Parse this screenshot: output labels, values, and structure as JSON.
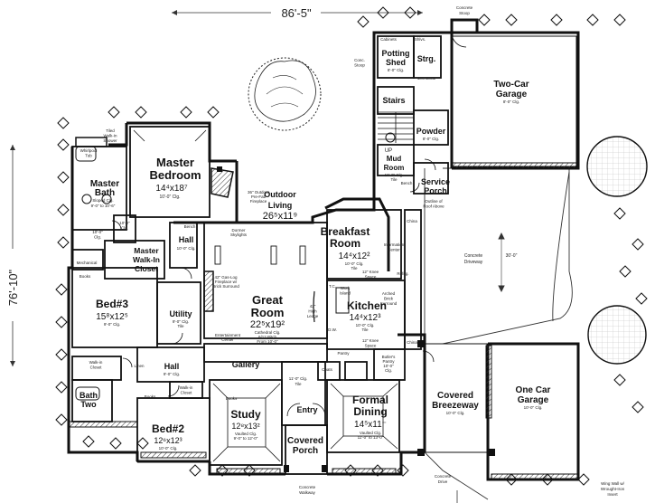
{
  "colors": {
    "ink": "#111111",
    "paper": "#ffffff",
    "wall": "#1a1a1a",
    "shade": "#d9d9d9"
  },
  "overall": {
    "width": "86'-5\"",
    "depth": "76'-10\""
  },
  "rooms": {
    "master_bedroom": {
      "name_1": "Master",
      "name_2": "Bedroom",
      "dims": "14⁴x18⁷",
      "ceiling": "10'-0\" Clg."
    },
    "master_bath": {
      "name_1": "Master",
      "name_2": "Bath",
      "ceiling_1": "Sloped Clg.",
      "ceiling_2": "9'-0\" to 10'-6\""
    },
    "outdoor_living": {
      "name_1": "Outdoor",
      "name_2": "Living",
      "dims": "26⁵x11⁹"
    },
    "master_walkin": {
      "name_1": "Master",
      "name_2": "Walk-In",
      "name_3": "Closet"
    },
    "hall_upper": {
      "name": "Hall",
      "ceiling": "10'-0\" Clg."
    },
    "great_room": {
      "name_1": "Great",
      "name_2": "Room",
      "dims": "22⁵x19²",
      "ceiling_1": "Cathedral Clg.",
      "ceiling_2": "6/12 Pitch",
      "ceiling_3": "From 10'-0\""
    },
    "breakfast_room": {
      "name_1": "Breakfast",
      "name_2": "Room",
      "dims": "14⁴x12²",
      "ceiling": "10'-0\" Clg.",
      "floor": "Tile"
    },
    "kitchen": {
      "name": "Kitchen",
      "dims": "14⁴x12³",
      "ceiling": "10'-0\" Clg.",
      "floor": "Tile"
    },
    "bed3": {
      "name": "Bed#3",
      "dims": "15⁸x12⁵",
      "ceiling": "9'-0\" Clg."
    },
    "utility": {
      "name": "Utility",
      "ceiling": "9'-0\" Clg.",
      "floor": "Tile"
    },
    "hall_lower": {
      "name": "Hall",
      "ceiling": "9'-0\" Clg."
    },
    "gallery": {
      "name": "Gallery"
    },
    "bath_two": {
      "name_1": "Bath",
      "name_2": "Two"
    },
    "bed2": {
      "name": "Bed#2",
      "dims": "12⁶x12³",
      "ceiling": "10'-0\" Clg."
    },
    "study": {
      "name": "Study",
      "dims": "12⁸x13²",
      "ceiling_1": "Vaulted Clg.",
      "ceiling_2": "9'-0\" to 12'-0\""
    },
    "entry": {
      "name": "Entry",
      "ceiling": "11'-0\" Clg.",
      "floor": "Tile"
    },
    "covered_porch": {
      "name_1": "Covered",
      "name_2": "Porch"
    },
    "formal_dining": {
      "name_1": "Formal",
      "name_2": "Dining",
      "dims": "14⁵x11⁻",
      "ceiling_1": "Vaulted Clg.",
      "ceiling_2": "11'-0\" to 13'-0\""
    },
    "covered_breezeway": {
      "name_1": "Covered",
      "name_2": "Breezeway",
      "ceiling": "10'-0\" Clg."
    },
    "one_car_garage": {
      "name_1": "One Car",
      "name_2": "Garage",
      "ceiling": "10'-0\" Clg."
    },
    "two_car_garage": {
      "name_1": "Two-Car",
      "name_2": "Garage",
      "ceiling": "8'-0\" Clg."
    },
    "potting_shed": {
      "name_1": "Potting",
      "name_2": "Shed",
      "ceiling": "8'-0\" Clg."
    },
    "storage": {
      "name": "Strg."
    },
    "stairs": {
      "name": "Stairs"
    },
    "powder": {
      "name": "Powder",
      "ceiling": "8'-0\" Clg."
    },
    "mud_room": {
      "name_1": "Mud",
      "name_2": "Room",
      "ceiling": "10'-0\" Clg.",
      "floor": "Tile"
    },
    "service_porch": {
      "name_1": "Service",
      "name_2": "Porch"
    }
  },
  "labels": {
    "concrete_stoop_top": "Concrete\nStoop",
    "cabinets": "Cabinets",
    "shelves": "Shlvs.",
    "conc_stoop": "Conc.\nStoop",
    "mechanical": "Mechanical",
    "up": "UP",
    "outline_roof": "Outline of\nRoof Above",
    "bench": "Bench",
    "fireplace_outdoor_1": "36\" Outdoor",
    "fireplace_outdoor_2": "Pre-Fab",
    "fireplace_outdoor_3": "Fireplace",
    "whirlpool_tub": "Whirlpool\nTub",
    "tiled_shower": "Tiled\nWalk-In\nShower",
    "closet_10": "10'-0\"\nClg.",
    "closet_10b": "10'-0\"\nClg.",
    "bench_label": "Bench",
    "mechanical_left": "Mechanical",
    "books_left": "Books",
    "dormer_skylights": "Dormer\nSkylights",
    "gas_fireplace_1": "42\" Gas-Log",
    "gas_fireplace_2": "Fireplace w/",
    "gas_fireplace_3": "Brick Surround",
    "entertainment": "Entertainment\nCenter",
    "high_ledge": "42\"\nHigh\nLedge",
    "information_center": "Information\nCenter",
    "knee_space_top": "12\" Knee\nSpace",
    "work_island": "Work\nIsland",
    "arched_brick": "Arched\nBrick\nSurround",
    "refrig": "Refrig.",
    "knee_space_bottom": "12\" Knee\nSpace",
    "china_top": "China",
    "china_bottom": "China",
    "linen": "Linen",
    "walkin_closet_bed3": "Walk-in\nCloset",
    "walkin_closet_bed2": "Walk-in\nCloset",
    "books_bed2": "Books",
    "books_study": "Books",
    "coats": "Coats",
    "pantry": "Pantry",
    "butlers_pantry_1": "Butler's",
    "butlers_pantry_2": "Pantry",
    "butlers_pantry_3": "10'-0\"",
    "butlers_pantry_4": "Clg.",
    "concrete_driveway": "Concrete\nDriveway",
    "driveway_dim": "30'-0\"",
    "concrete_drive": "Concrete\nDrive",
    "concrete_walkway": "Concrete\nWalkway",
    "wing_wall": "Wing Wall w/\nWrought-Iron\nInsert",
    "tc": "T.C.",
    "dw": "D.W."
  }
}
